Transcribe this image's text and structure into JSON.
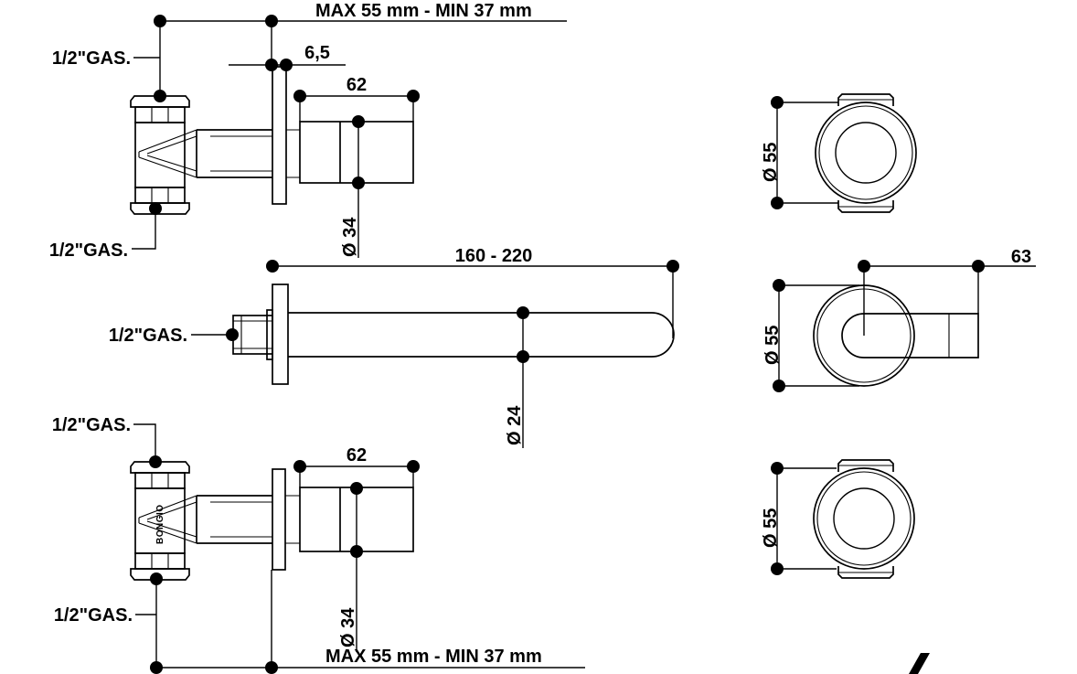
{
  "colors": {
    "line": "#000000",
    "background": "#ffffff"
  },
  "views": {
    "valve_top": {
      "inlet_label_top": "1/2\"GAS.",
      "inlet_label_bottom": "1/2\"GAS.",
      "wall_depth_range": "MAX 55 mm - MIN 37 mm",
      "plate_thickness": "6,5",
      "trim_length": "62",
      "trim_diameter": "Ø 34"
    },
    "spout_side": {
      "inlet_label": "1/2\"GAS.",
      "length_range": "160 - 220",
      "spout_diameter": "Ø 24"
    },
    "valve_bottom": {
      "inlet_label_top": "1/2\"GAS.",
      "inlet_label_bottom": "1/2\"GAS.",
      "wall_depth_range": "MAX 55 mm - MIN 37 mm",
      "trim_length": "62",
      "trim_diameter": "Ø 34",
      "body_brand": "BONGIO"
    },
    "handle_front_top": {
      "flange_diameter": "Ø 55"
    },
    "spout_front": {
      "flange_diameter": "Ø 55",
      "projection_length": "63"
    },
    "handle_front_bottom": {
      "flange_diameter": "Ø 55"
    }
  }
}
